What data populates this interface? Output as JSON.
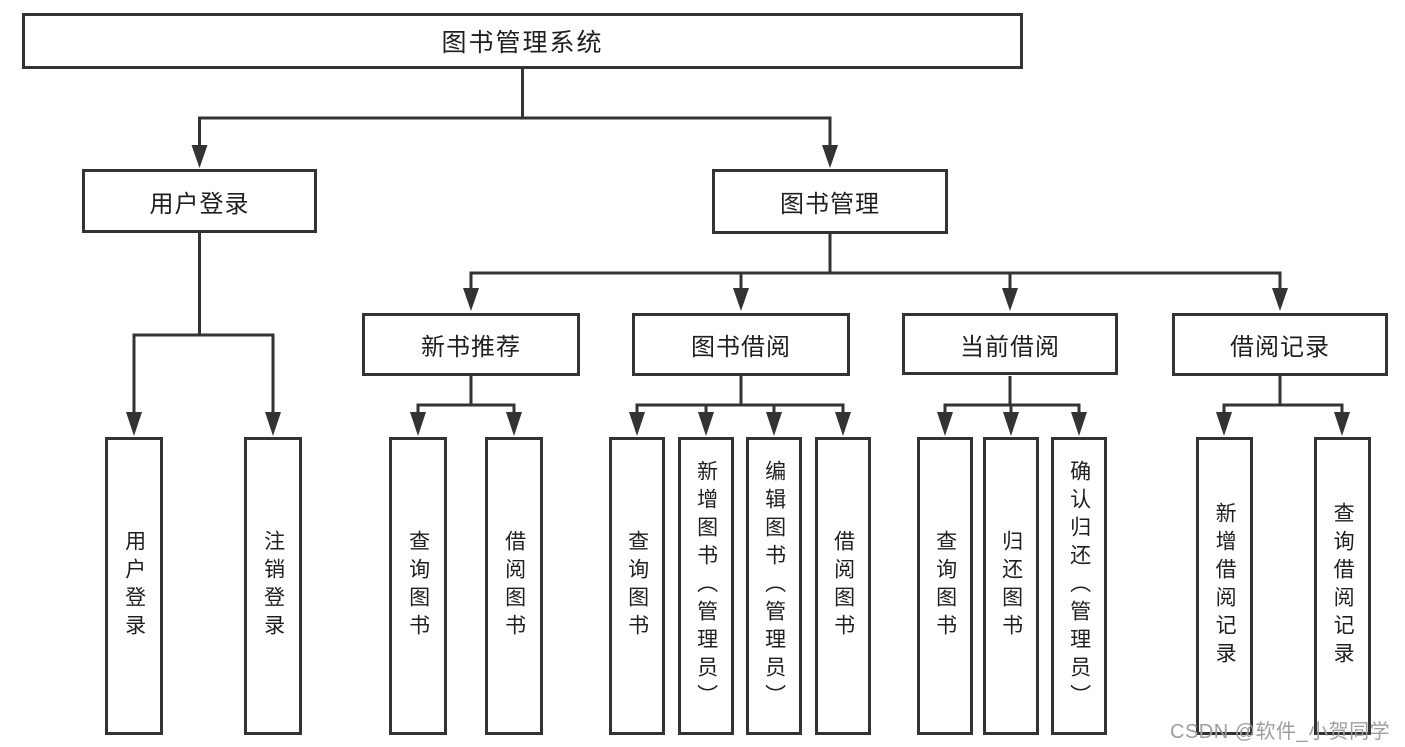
{
  "diagram": {
    "type": "hierarchy",
    "nodes": {
      "root": "图书管理系统",
      "user_login": "用户登录",
      "book_management": "图书管理",
      "new_book_recommend": "新书推荐",
      "book_borrowing": "图书借阅",
      "current_borrowing": "当前借阅",
      "borrowing_records": "借阅记录",
      "leaf_user_login": "用户登录",
      "leaf_logout": "注销登录",
      "leaf_rec_query_books": "查询图书",
      "leaf_rec_borrow_books": "借阅图书",
      "leaf_bb_query_books": "查询图书",
      "leaf_bb_add_books_admin": "新增图书（管理员）",
      "leaf_bb_edit_books_admin": "编辑图书（管理员）",
      "leaf_bb_borrow_books": "借阅图书",
      "leaf_cb_query_books": "查询图书",
      "leaf_cb_return_books": "归还图书",
      "leaf_cb_confirm_return_admin": "确认归还（管理员）",
      "leaf_br_add_record": "新增借阅记录",
      "leaf_br_query_record": "查询借阅记录"
    },
    "tree": {
      "label": "图书管理系统",
      "children": [
        {
          "label": "用户登录",
          "children": [
            {
              "label": "用户登录"
            },
            {
              "label": "注销登录"
            }
          ]
        },
        {
          "label": "图书管理",
          "children": [
            {
              "label": "新书推荐",
              "children": [
                {
                  "label": "查询图书"
                },
                {
                  "label": "借阅图书"
                }
              ]
            },
            {
              "label": "图书借阅",
              "children": [
                {
                  "label": "查询图书"
                },
                {
                  "label": "新增图书（管理员）"
                },
                {
                  "label": "编辑图书（管理员）"
                },
                {
                  "label": "借阅图书"
                }
              ]
            },
            {
              "label": "当前借阅",
              "children": [
                {
                  "label": "查询图书"
                },
                {
                  "label": "归还图书"
                },
                {
                  "label": "确认归还（管理员）"
                }
              ]
            },
            {
              "label": "借阅记录",
              "children": [
                {
                  "label": "新增借阅记录"
                },
                {
                  "label": "查询借阅记录"
                }
              ]
            }
          ]
        }
      ]
    },
    "colors": {
      "line": "#333333",
      "box_border": "#333333",
      "text": "#1f1f1f",
      "background": "#ffffff",
      "watermark": "#9e9e9e"
    }
  },
  "watermark": {
    "text": "CSDN @软件_小贺同学"
  }
}
